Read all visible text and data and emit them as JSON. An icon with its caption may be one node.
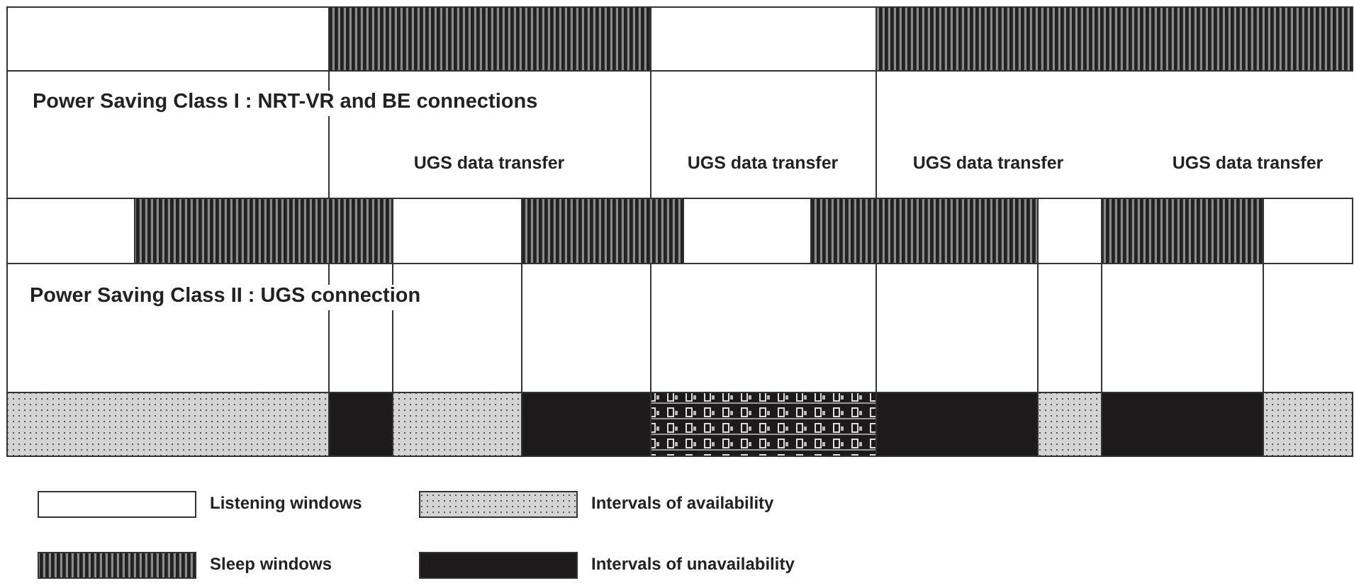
{
  "diagram": {
    "labels": [
      "Power Saving Class I : NRT-VR and BE connections",
      "UGS data transfer",
      "UGS data transfer",
      "UGS data transfer",
      "UGS data transfer",
      "Power Saving Class II : UGS connection"
    ],
    "legend": [
      {
        "text": "Listening windows",
        "color": "#ffffff"
      },
      {
        "text": "Intervals of availability"
      },
      {
        "text": "Sleep windows"
      },
      {
        "text": "Intervals of unavailability",
        "color": "#1c1a1a"
      }
    ]
  }
}
